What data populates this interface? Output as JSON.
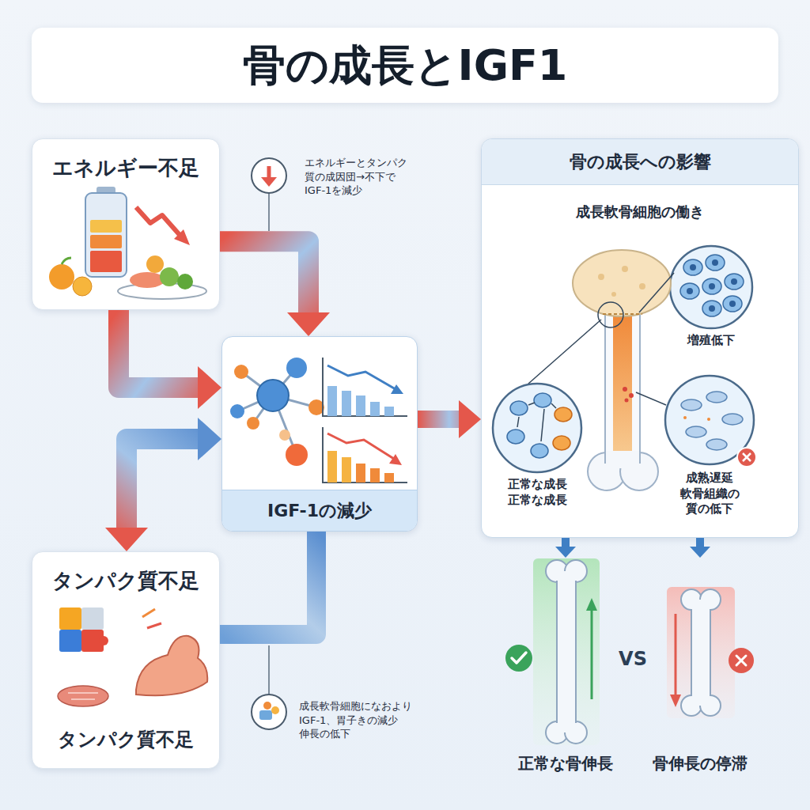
{
  "diagram": {
    "title": "骨の成長とIGF1",
    "nodes": [
      {
        "text": [
          "エネルギー不足"
        ]
      },
      {
        "text": [
          "IGF-1の減少"
        ]
      },
      {
        "text": [
          "タンパク質不足",
          "タンパク質不足"
        ]
      },
      {
        "text": [
          "骨の成長への影響",
          "成長軟骨細胞の働き"
        ]
      },
      {
        "text": [
          "増殖低下"
        ],
        "in": 3
      },
      {
        "text": [
          "正常な成長 正常な成長"
        ],
        "in": 3
      },
      {
        "text": [
          "成熟遅延 軟骨組織の 質の低下"
        ],
        "in": 3
      },
      {
        "text": [
          "正常な骨伸長"
        ]
      },
      {
        "text": [
          "骨伸長の停滞"
        ]
      }
    ],
    "edges": [
      {
        "from": 0,
        "to": 1,
        "arrow": "to"
      },
      {
        "from": 0,
        "to": 1,
        "arrow": "to"
      },
      {
        "from": 1,
        "to": 2,
        "arrow": "both"
      },
      {
        "from": 2,
        "to": 1,
        "arrow": "none"
      },
      {
        "from": 1,
        "to": 3,
        "arrow": "to"
      },
      {
        "from": 3,
        "to": 7,
        "arrow": "to"
      },
      {
        "from": 3,
        "to": 8,
        "arrow": "to"
      }
    ],
    "labels": [
      "エネルギーとタンパク 質の成因団→不下で IGF-1を減少",
      "成長軟骨細胞になおより IGF-1、胃子きの減少 伸長の低下",
      "VS"
    ]
  }
}
